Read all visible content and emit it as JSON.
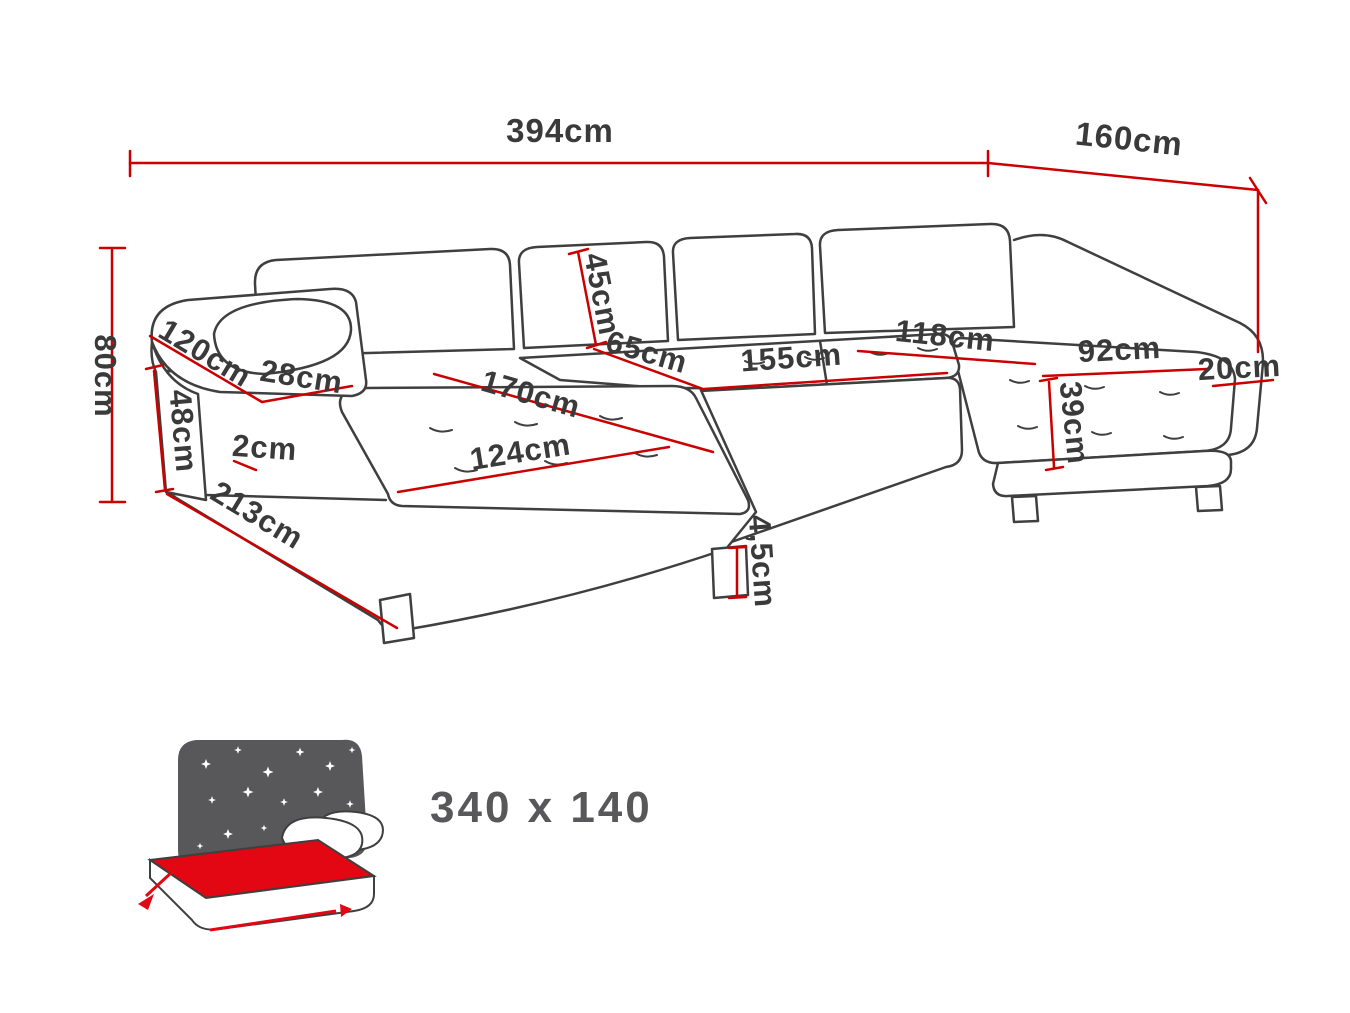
{
  "diagram": {
    "type": "furniture-dimension-diagram",
    "subject": "U-shaped corner sofa with sleeping function",
    "labels": {
      "total_width": "394cm",
      "total_depth": "160cm",
      "total_height": "80cm",
      "armrest_length": "120cm",
      "armrest_width": "28cm",
      "armrest_front_height": "48cm",
      "side_gap": "2cm",
      "chaise_outer_length": "213cm",
      "chaise_seat_width": "124cm",
      "chaise_seat_length": "170cm",
      "seat_depth": "65cm",
      "backrest_cushion_height": "45cm",
      "middle_seat_width": "155cm",
      "right_section_depth": "118cm",
      "right_seat_width": "92cm",
      "right_end_width": "20cm",
      "right_seat_height": "39cm",
      "leg_height": "4,5cm"
    },
    "sleeping_area": {
      "label": "340 x 140"
    },
    "icons": {
      "sleeping_function": "bed-with-stars-icon"
    },
    "colors": {
      "outline": "#3f3f3f",
      "dimension_red": "#cb0100",
      "label_text": "#3a3a3a",
      "icon_gray": "#58585a",
      "mattress_red": "#e30613"
    }
  }
}
